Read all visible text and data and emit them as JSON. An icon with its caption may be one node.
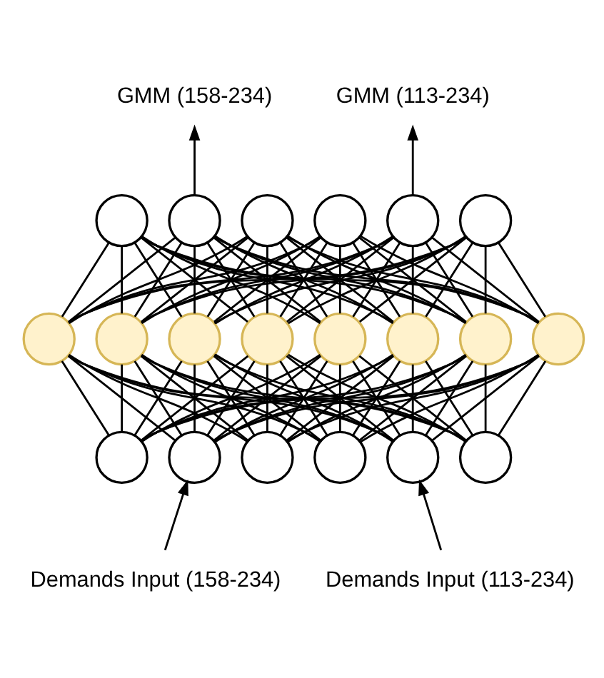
{
  "diagram": {
    "nodes": [
      {
        "text": [
          "GMM (158-234)"
        ]
      },
      {
        "text": [
          "GMM (113-234)"
        ]
      },
      {
        "text": [],
        "shape": "circle"
      },
      {
        "text": [],
        "shape": "circle"
      },
      {
        "text": [],
        "shape": "circle"
      },
      {
        "text": [],
        "shape": "circle"
      },
      {
        "text": [],
        "shape": "circle"
      },
      {
        "text": [],
        "shape": "circle"
      },
      {
        "text": [],
        "shape": "circle"
      },
      {
        "text": [],
        "shape": "circle"
      },
      {
        "text": [],
        "shape": "circle"
      },
      {
        "text": [],
        "shape": "circle"
      },
      {
        "text": [],
        "shape": "circle"
      },
      {
        "text": [],
        "shape": "circle"
      },
      {
        "text": [],
        "shape": "circle"
      },
      {
        "text": [],
        "shape": "circle"
      },
      {
        "text": [],
        "shape": "circle"
      },
      {
        "text": [],
        "shape": "circle"
      },
      {
        "text": [],
        "shape": "circle"
      },
      {
        "text": [],
        "shape": "circle"
      },
      {
        "text": [],
        "shape": "circle"
      },
      {
        "text": [],
        "shape": "circle"
      },
      {
        "text": [
          "Demands Input (158-234)"
        ]
      },
      {
        "text": [
          "Demands Input (113-234)"
        ]
      }
    ],
    "edges": [
      {
        "from": 22,
        "to": 17,
        "arrow": "to"
      },
      {
        "from": 23,
        "to": 20,
        "arrow": "to"
      },
      {
        "from": 16,
        "to": 8,
        "arrow": "none"
      },
      {
        "from": 16,
        "to": 9,
        "arrow": "none"
      },
      {
        "from": 16,
        "to": 10,
        "arrow": "none"
      },
      {
        "from": 16,
        "to": 11,
        "arrow": "none"
      },
      {
        "from": 16,
        "to": 12,
        "arrow": "none"
      },
      {
        "from": 16,
        "to": 13,
        "arrow": "none"
      },
      {
        "from": 16,
        "to": 14,
        "arrow": "none"
      },
      {
        "from": 16,
        "to": 15,
        "arrow": "none"
      },
      {
        "from": 17,
        "to": 8,
        "arrow": "none"
      },
      {
        "from": 17,
        "to": 9,
        "arrow": "none"
      },
      {
        "from": 17,
        "to": 10,
        "arrow": "none"
      },
      {
        "from": 17,
        "to": 11,
        "arrow": "none"
      },
      {
        "from": 17,
        "to": 12,
        "arrow": "none"
      },
      {
        "from": 17,
        "to": 13,
        "arrow": "none"
      },
      {
        "from": 17,
        "to": 14,
        "arrow": "none"
      },
      {
        "from": 17,
        "to": 15,
        "arrow": "none"
      },
      {
        "from": 18,
        "to": 8,
        "arrow": "none"
      },
      {
        "from": 18,
        "to": 9,
        "arrow": "none"
      },
      {
        "from": 18,
        "to": 10,
        "arrow": "none"
      },
      {
        "from": 18,
        "to": 11,
        "arrow": "none"
      },
      {
        "from": 18,
        "to": 12,
        "arrow": "none"
      },
      {
        "from": 18,
        "to": 13,
        "arrow": "none"
      },
      {
        "from": 18,
        "to": 14,
        "arrow": "none"
      },
      {
        "from": 18,
        "to": 15,
        "arrow": "none"
      },
      {
        "from": 19,
        "to": 8,
        "arrow": "none"
      },
      {
        "from": 19,
        "to": 9,
        "arrow": "none"
      },
      {
        "from": 19,
        "to": 10,
        "arrow": "none"
      },
      {
        "from": 19,
        "to": 11,
        "arrow": "none"
      },
      {
        "from": 19,
        "to": 12,
        "arrow": "none"
      },
      {
        "from": 19,
        "to": 13,
        "arrow": "none"
      },
      {
        "from": 19,
        "to": 14,
        "arrow": "none"
      },
      {
        "from": 19,
        "to": 15,
        "arrow": "none"
      },
      {
        "from": 20,
        "to": 8,
        "arrow": "none"
      },
      {
        "from": 20,
        "to": 9,
        "arrow": "none"
      },
      {
        "from": 20,
        "to": 10,
        "arrow": "none"
      },
      {
        "from": 20,
        "to": 11,
        "arrow": "none"
      },
      {
        "from": 20,
        "to": 12,
        "arrow": "none"
      },
      {
        "from": 20,
        "to": 13,
        "arrow": "none"
      },
      {
        "from": 20,
        "to": 14,
        "arrow": "none"
      },
      {
        "from": 20,
        "to": 15,
        "arrow": "none"
      },
      {
        "from": 21,
        "to": 8,
        "arrow": "none"
      },
      {
        "from": 21,
        "to": 9,
        "arrow": "none"
      },
      {
        "from": 21,
        "to": 10,
        "arrow": "none"
      },
      {
        "from": 21,
        "to": 11,
        "arrow": "none"
      },
      {
        "from": 21,
        "to": 12,
        "arrow": "none"
      },
      {
        "from": 21,
        "to": 13,
        "arrow": "none"
      },
      {
        "from": 21,
        "to": 14,
        "arrow": "none"
      },
      {
        "from": 21,
        "to": 15,
        "arrow": "none"
      },
      {
        "from": 8,
        "to": 2,
        "arrow": "none"
      },
      {
        "from": 8,
        "to": 3,
        "arrow": "none"
      },
      {
        "from": 8,
        "to": 4,
        "arrow": "none"
      },
      {
        "from": 8,
        "to": 5,
        "arrow": "none"
      },
      {
        "from": 8,
        "to": 6,
        "arrow": "none"
      },
      {
        "from": 8,
        "to": 7,
        "arrow": "none"
      },
      {
        "from": 9,
        "to": 2,
        "arrow": "none"
      },
      {
        "from": 9,
        "to": 3,
        "arrow": "none"
      },
      {
        "from": 9,
        "to": 4,
        "arrow": "none"
      },
      {
        "from": 9,
        "to": 5,
        "arrow": "none"
      },
      {
        "from": 9,
        "to": 6,
        "arrow": "none"
      },
      {
        "from": 9,
        "to": 7,
        "arrow": "none"
      },
      {
        "from": 10,
        "to": 2,
        "arrow": "none"
      },
      {
        "from": 10,
        "to": 3,
        "arrow": "none"
      },
      {
        "from": 10,
        "to": 4,
        "arrow": "none"
      },
      {
        "from": 10,
        "to": 5,
        "arrow": "none"
      },
      {
        "from": 10,
        "to": 6,
        "arrow": "none"
      },
      {
        "from": 10,
        "to": 7,
        "arrow": "none"
      },
      {
        "from": 11,
        "to": 2,
        "arrow": "none"
      },
      {
        "from": 11,
        "to": 3,
        "arrow": "none"
      },
      {
        "from": 11,
        "to": 4,
        "arrow": "none"
      },
      {
        "from": 11,
        "to": 5,
        "arrow": "none"
      },
      {
        "from": 11,
        "to": 6,
        "arrow": "none"
      },
      {
        "from": 11,
        "to": 7,
        "arrow": "none"
      },
      {
        "from": 12,
        "to": 2,
        "arrow": "none"
      },
      {
        "from": 12,
        "to": 3,
        "arrow": "none"
      },
      {
        "from": 12,
        "to": 4,
        "arrow": "none"
      },
      {
        "from": 12,
        "to": 5,
        "arrow": "none"
      },
      {
        "from": 12,
        "to": 6,
        "arrow": "none"
      },
      {
        "from": 12,
        "to": 7,
        "arrow": "none"
      },
      {
        "from": 13,
        "to": 2,
        "arrow": "none"
      },
      {
        "from": 13,
        "to": 3,
        "arrow": "none"
      },
      {
        "from": 13,
        "to": 4,
        "arrow": "none"
      },
      {
        "from": 13,
        "to": 5,
        "arrow": "none"
      },
      {
        "from": 13,
        "to": 6,
        "arrow": "none"
      },
      {
        "from": 13,
        "to": 7,
        "arrow": "none"
      },
      {
        "from": 14,
        "to": 2,
        "arrow": "none"
      },
      {
        "from": 14,
        "to": 3,
        "arrow": "none"
      },
      {
        "from": 14,
        "to": 4,
        "arrow": "none"
      },
      {
        "from": 14,
        "to": 5,
        "arrow": "none"
      },
      {
        "from": 14,
        "to": 6,
        "arrow": "none"
      },
      {
        "from": 14,
        "to": 7,
        "arrow": "none"
      },
      {
        "from": 15,
        "to": 2,
        "arrow": "none"
      },
      {
        "from": 15,
        "to": 3,
        "arrow": "none"
      },
      {
        "from": 15,
        "to": 4,
        "arrow": "none"
      },
      {
        "from": 15,
        "to": 5,
        "arrow": "none"
      },
      {
        "from": 15,
        "to": 6,
        "arrow": "none"
      },
      {
        "from": 15,
        "to": 7,
        "arrow": "none"
      },
      {
        "from": 3,
        "to": 0,
        "arrow": "to"
      },
      {
        "from": 6,
        "to": 1,
        "arrow": "to"
      }
    ]
  }
}
